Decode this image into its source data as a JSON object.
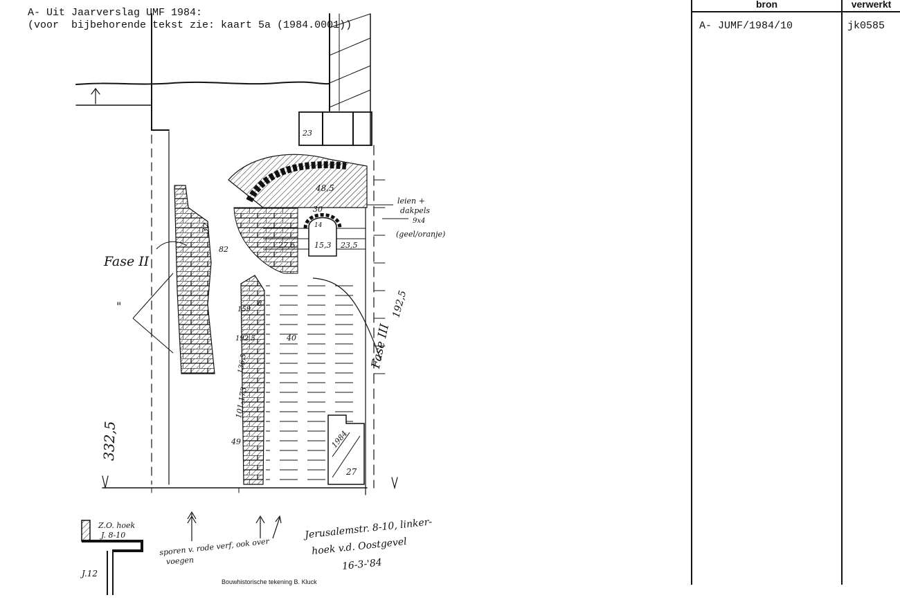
{
  "heading": {
    "line1": "A- Uit Jaarverslag UMF 1984:",
    "line2": "(voor  bijbehorende tekst zie: kaart 5a (1984.0001))"
  },
  "table": {
    "col1_header": "bron",
    "col2_header": "verwerkt",
    "row1": {
      "bron": "A- JUMF/1984/10",
      "verwerkt": "jk0585"
    }
  },
  "drawing": {
    "labels": {
      "fase2": "Fase II",
      "fase3": "Fase III",
      "quote": "\"",
      "m23": "23",
      "m48_5": "48,5",
      "m30": "30",
      "m27_5": "27,5",
      "m15_3": "15,3",
      "m23_5": "23,5",
      "m14": "14",
      "m37": "37",
      "m82": "82",
      "m192_5_right": "192,5",
      "m159": "159",
      "m192_5_left": "192,5",
      "m136_5": "136,5",
      "m40": "40",
      "m101_173": "101-173",
      "m49": "49",
      "m332_5": "332,5",
      "m1984": "1984",
      "m27": "27",
      "m8": "8",
      "leien_1": "leien +",
      "leien_2": "dakpels",
      "leien_3": "9x4",
      "leien_4": "(geel/oranje)",
      "inset_1": "Z.O. hoek",
      "inset_2": "J. 8-10",
      "inset_3": "J.12",
      "note_1": "sporen v. rode verf, ook over",
      "note_2": "voegen",
      "address_1": "Jerusalemstr. 8-10, linker-",
      "address_2": "hoek v.d. Oostgevel",
      "date": "16-3-'84"
    },
    "credit": "Bouwhistorische tekening B. Kluck"
  }
}
